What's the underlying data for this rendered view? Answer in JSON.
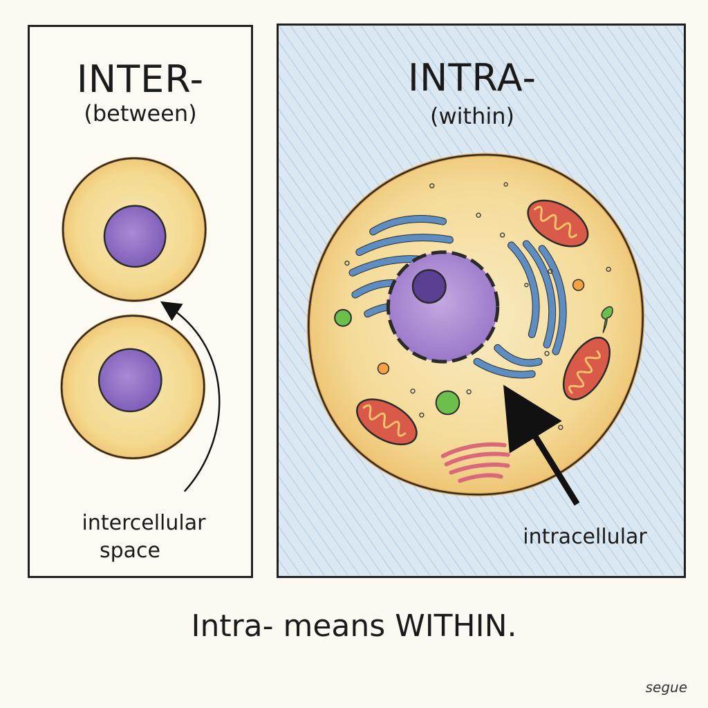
{
  "inter_panel": {
    "prefix": "INTER-",
    "meaning": "(between)",
    "label_line1": "intercellular",
    "label_line2": "space"
  },
  "intra_panel": {
    "prefix": "INTRA-",
    "meaning": "(within)",
    "label": "intracellular"
  },
  "caption": "Intra- means WITHIN.",
  "signature": "segue",
  "colors": {
    "cell_fill": "#f4dc96",
    "cell_border": "#e8a34a",
    "nucleus": "#9b7ac9",
    "nucleolus": "#5a3f93",
    "er": "#6e9ac9",
    "mitochondria": "#d95a48",
    "golgi": "#d9687a",
    "vesicle_green": "#6cbf4a",
    "vesicle_orange": "#f2a340",
    "background_blue": "#d9e6f0"
  }
}
